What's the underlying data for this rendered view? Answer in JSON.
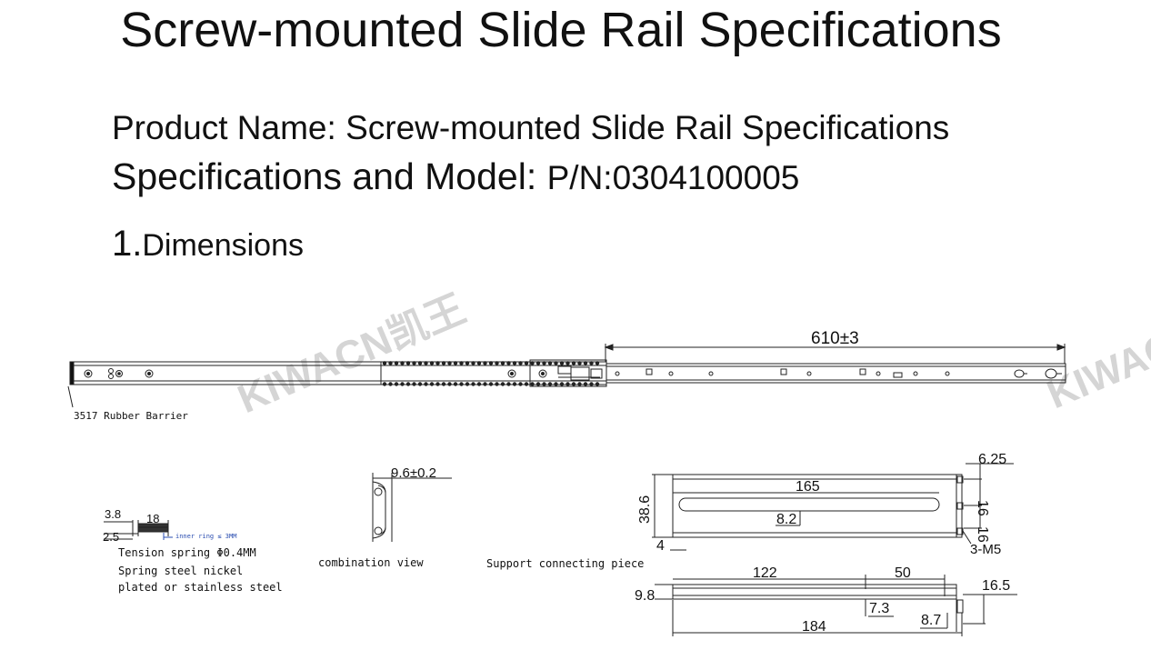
{
  "title": "Screw-mounted Slide Rail Specifications",
  "product_name_label": "Product Name:",
  "product_name_value": "Screw-mounted Slide Rail Specifications",
  "spec_label": "Specifications and Model:",
  "spec_value": "P/N:0304100005",
  "section_number": "1.",
  "section_title": "Dimensions",
  "watermark": "KIWACN凯王",
  "rail": {
    "length_label": "610±3",
    "rubber_barrier_label": "3517 Rubber Barrier"
  },
  "spring": {
    "dim_a": "3.8",
    "dim_b": "18",
    "dim_c": "2.5",
    "inner_ring_note": "inner ring ≤ 3MM",
    "caption_1": "Tension spring Φ0.4MM",
    "caption_2": "Spring steel nickel",
    "caption_3": "plated or stainless steel"
  },
  "combination": {
    "dim": "9.6±0.2",
    "caption": "combination view"
  },
  "support": {
    "caption": "Support connecting piece",
    "dim_width": "165",
    "dim_height": "38.6",
    "dim_slot": "8.2",
    "dim_edge": "4",
    "dim_top": "6.25",
    "dim_pitch_1": "16",
    "dim_pitch_2": "16",
    "holes_note": "3-M5",
    "dim_122": "122",
    "dim_50": "50",
    "dim_98": "9.8",
    "dim_73": "7.3",
    "dim_87": "8.7",
    "dim_165b": "16.5",
    "dim_184": "184"
  }
}
